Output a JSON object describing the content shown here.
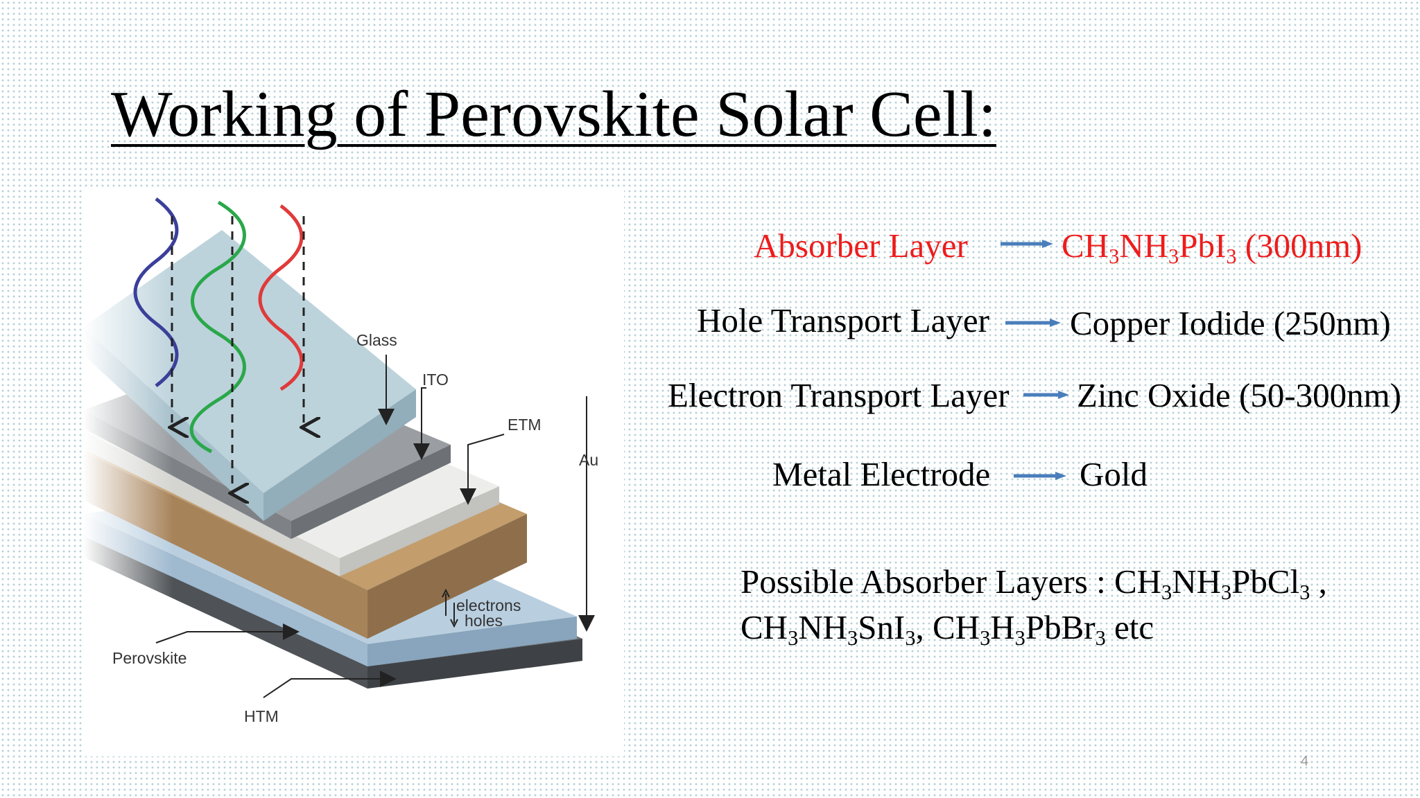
{
  "slide": {
    "title": "Working of Perovskite Solar Cell:",
    "page_number": "4"
  },
  "diagram": {
    "labels": {
      "glass": "Glass",
      "ito": "ITO",
      "etm": "ETM",
      "au": "Au",
      "electrons": "electrons",
      "holes": "holes",
      "perovskite": "Perovskite",
      "htm": "HTM"
    },
    "colors": {
      "glass": "#b7ccd6",
      "ito": "#8e9296",
      "etm": "#e4e4e2",
      "perovskite": "#ad8c62",
      "htm": "#a8c1d6",
      "au": "#5c6166",
      "wave_blue": "#3b3f9a",
      "wave_green": "#2aa84a",
      "wave_red": "#e03a3a"
    }
  },
  "layers": [
    {
      "key": "absorber",
      "label": "Absorber Layer",
      "value_parts": [
        "CH",
        "3",
        "NH",
        "3",
        "PbI",
        "3",
        " (300nm)"
      ],
      "color": "#ee1c1c"
    },
    {
      "key": "hole",
      "label": "Hole Transport Layer",
      "value": "Copper Iodide (250nm)"
    },
    {
      "key": "electron",
      "label": "Electron Transport Layer",
      "value": "Zinc Oxide (50-300nm)"
    },
    {
      "key": "metal",
      "label": "Metal Electrode",
      "value": "Gold"
    }
  ],
  "possible": {
    "heading": "Possible Absorber Layers : ",
    "line1_parts": [
      "CH",
      "3",
      "NH",
      "3",
      "PbCl",
      "3",
      " ,"
    ],
    "line2_parts": [
      "CH",
      "3",
      "NH",
      "3",
      "SnI",
      "3",
      ", ",
      "CH",
      "3",
      "H",
      "3",
      "PbBr",
      "3",
      " etc"
    ]
  },
  "arrow_color": "#4a7ebb"
}
